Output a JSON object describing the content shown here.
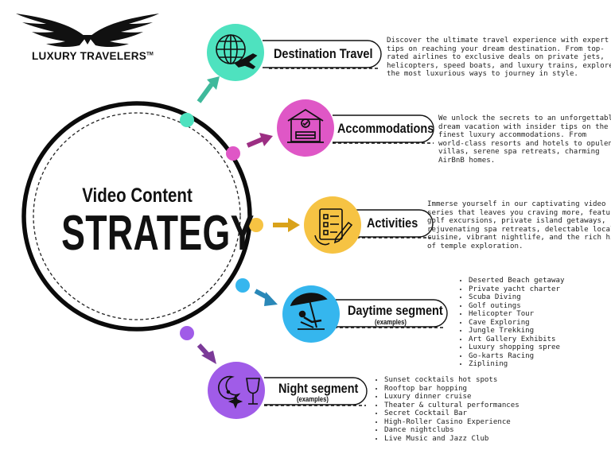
{
  "logo": {
    "brand": "LUXURY TRAVELERS",
    "tm": "TM"
  },
  "center": {
    "title": "Video Content",
    "big": "STRATEGY"
  },
  "nodes": [
    {
      "icon": "globe-airplane-icon",
      "label": "Destination Travel",
      "color": "#4ee2bf",
      "desc": [
        "Discover the ultimate travel experience with expert",
        "tips on reaching your dream destination. From top-",
        "rated airlines to exclusive deals on private jets,",
        "helicopters, speed boats, and luxury trains, explore",
        "the most luxurious ways to journey in style."
      ]
    },
    {
      "icon": "hotel-bed-icon",
      "label": "Accommodations",
      "color": "#df57c6",
      "desc": [
        "We unlock the secrets to an unforgettable",
        "dream vacation with insider tips on the",
        "finest luxury accommodations. From",
        "world-class resorts and hotels to opulent",
        "villas, serene spa retreats, charming",
        "AirBnB homes."
      ]
    },
    {
      "icon": "checklist-pencil-icon",
      "label": "Activities",
      "color": "#f6c343",
      "desc": [
        "Immerse yourself in our captivating video",
        "series that leaves you craving more, featuring",
        "golf excursions, private island getaways,",
        "rejuvenating spa retreats, delectable local",
        "cuisine, vibrant nightlife, and the rich history",
        "of temple exploration."
      ]
    },
    {
      "icon": "beach-umbrella-icon",
      "label": "Daytime segment",
      "sublabel": "(examples)",
      "color": "#35b6ee",
      "bullets": [
        "Deserted Beach getaway",
        "Private yacht charter",
        "Scuba Diving",
        "Golf outings",
        "Helicopter Tour",
        "Cave Exploring",
        "Jungle Trekking",
        "Art Gallery Exhibits",
        "Luxury shopping spree",
        "Go-karts Racing",
        "Ziplining"
      ]
    },
    {
      "icon": "moon-wine-icon",
      "label": "Night segment",
      "sublabel": "(examples)",
      "color": "#a05ce8",
      "bullets": [
        "Sunset cocktails hot spots",
        "Rooftop bar hopping",
        "Luxury dinner cruise",
        "Theater & cultural performances",
        "Secret Cocktail Bar",
        "High-Roller Casino Experience",
        "Dance nightclubs",
        "Live Music and Jazz Club"
      ]
    }
  ],
  "colors": {
    "teal": "#4ee2bf",
    "magenta": "#df57c6",
    "yellow": "#f6c343",
    "blue": "#35b6ee",
    "purple": "#a05ce8",
    "arrow_teal": "#3fb99b",
    "arrow_magenta": "#9c2e83",
    "arrow_yellow": "#d9a21a",
    "arrow_blue": "#2a88b8",
    "arrow_purple": "#7b3a98"
  }
}
